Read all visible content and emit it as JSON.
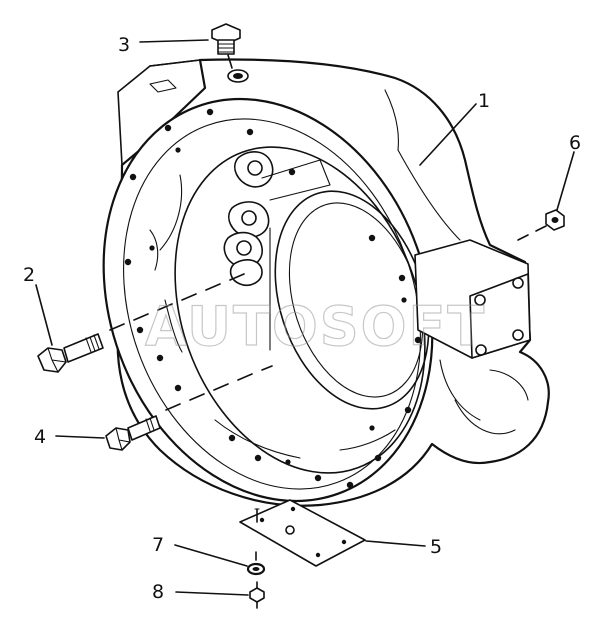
{
  "callouts": [
    "1",
    "2",
    "3",
    "4",
    "5",
    "6",
    "7",
    "8"
  ],
  "watermark": "AUTOSOFT",
  "colors": {
    "ink": "#111111",
    "paper": "#ffffff",
    "watermark": "#9a9a9a"
  }
}
